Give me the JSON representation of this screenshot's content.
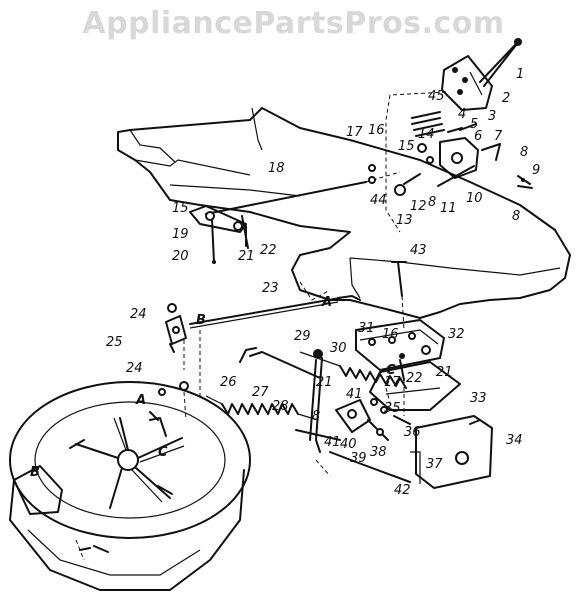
{
  "watermark": "AppliancePartsPros.com",
  "callouts": {
    "c1": "1",
    "c2": "2",
    "c3": "3",
    "c4": "4",
    "c45": "45",
    "c5": "5",
    "c6": "6",
    "c7": "7",
    "c8a": "8",
    "c9": "9",
    "c8b": "8",
    "c14": "14",
    "c15a": "15",
    "c16a": "16",
    "c17a": "17",
    "c18": "18",
    "c44": "44",
    "c13": "13",
    "c12": "12",
    "c8c": "8",
    "c11": "11",
    "c10": "10",
    "c15b": "15",
    "c19": "19",
    "c20": "20",
    "c21a": "21",
    "c22a": "22",
    "c43": "43",
    "c23": "23",
    "cA1": "A",
    "c24a": "24",
    "c25": "25",
    "cB1": "B",
    "c24b": "24",
    "c29": "29",
    "c31": "31",
    "c16b": "16",
    "c32": "32",
    "c30": "30",
    "cC1": "C",
    "c17b": "17",
    "c22b": "22",
    "c21b": "21",
    "c41a": "41",
    "c26": "26",
    "c27": "27",
    "c28": "28",
    "c21c": "21",
    "c8d": "8",
    "c35": "35",
    "c33": "33",
    "c41b": "41",
    "c40": "40",
    "c36": "36",
    "c34": "34",
    "c39": "39",
    "c38": "38",
    "c37": "37",
    "c42": "42",
    "cA2": "A",
    "cB2": "B",
    "cC2": "C"
  }
}
